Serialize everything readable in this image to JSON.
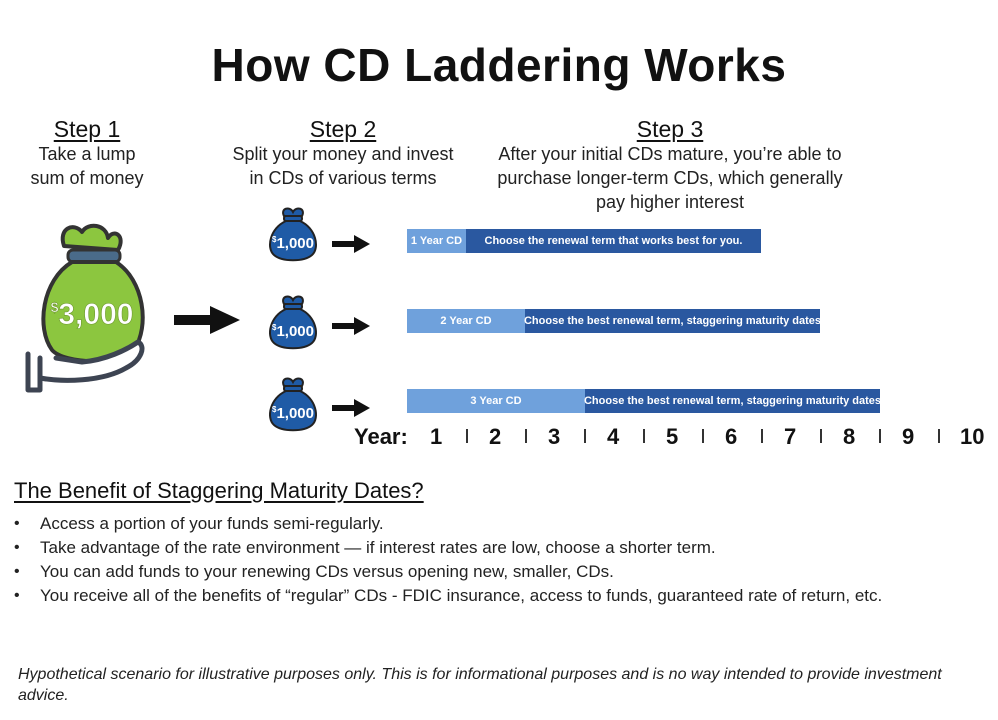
{
  "title": "How CD Laddering Works",
  "steps": [
    {
      "heading": "Step 1",
      "desc_lines": [
        "Take a lump",
        "sum of money"
      ]
    },
    {
      "heading": "Step 2",
      "desc_lines": [
        "Split your money and invest",
        "in CDs of various terms"
      ]
    },
    {
      "heading": "Step 3",
      "desc_lines": [
        "After your initial CDs mature, you’re able to",
        "purchase longer-term CDs, which generally",
        "pay higher interest"
      ]
    }
  ],
  "big_bag": {
    "currency": "$",
    "amount": "3,000",
    "icon": "money-bag-on-hand-icon",
    "color": "#8cc63f"
  },
  "small_bags": [
    {
      "currency": "$",
      "amount": "1,000",
      "icon": "money-bag-icon"
    },
    {
      "currency": "$",
      "amount": "1,000",
      "icon": "money-bag-icon"
    },
    {
      "currency": "$",
      "amount": "1,000",
      "icon": "money-bag-icon"
    }
  ],
  "colors": {
    "term_bar": "#6fa1dc",
    "renewal_bar": "#2a58a0",
    "small_bag": "#1f5ba6",
    "big_bag": "#8cc63f"
  },
  "ladder": [
    {
      "term_label": "1 Year CD",
      "renewal_text": "Choose the renewal term that works best for you."
    },
    {
      "term_label": "2 Year CD",
      "renewal_text": "Choose the best renewal term, staggering maturity dates"
    },
    {
      "term_label": "3 Year CD",
      "renewal_text": "Choose the best renewal term, staggering maturity dates"
    }
  ],
  "year_axis": {
    "label": "Year:",
    "years": [
      "1",
      "2",
      "3",
      "4",
      "5",
      "6",
      "7",
      "8",
      "9",
      "10"
    ]
  },
  "benefits": {
    "title": "The Benefit of Staggering Maturity Dates?",
    "items": [
      "Access a portion of your funds semi-regularly.",
      "Take advantage of the rate environment — if interest rates are low, choose a shorter term.",
      "You can add funds to your renewing CDs versus opening new, smaller, CDs.",
      "You receive all of the benefits of “regular” CDs - FDIC insurance, access to funds, guaranteed rate of return, etc."
    ]
  },
  "disclaimer": "Hypothetical scenario for illustrative purposes only. This is for informational purposes and is no way intended to provide investment advice."
}
